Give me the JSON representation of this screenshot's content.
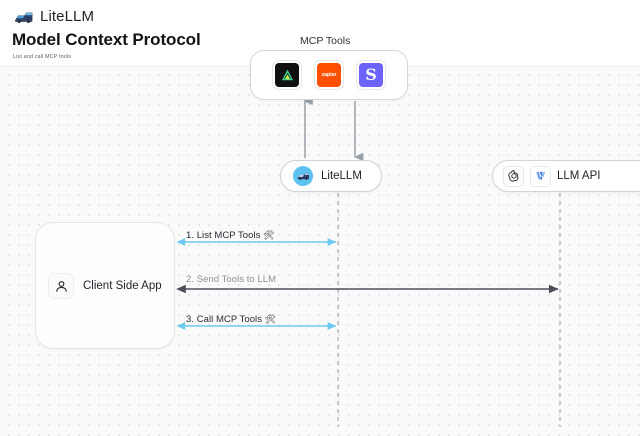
{
  "header": {
    "brand_name": "LiteLLM",
    "brand_logo_icon": "litellm-truck-logo",
    "title": "Model Context Protocol",
    "subtitle": "List and call MCP tools"
  },
  "canvas": {
    "mcp_group": {
      "label": "MCP Tools",
      "tools": [
        {
          "name": "supabase",
          "icon": "supabase-icon",
          "text": ""
        },
        {
          "name": "zapier",
          "icon": "zapier-icon",
          "text": "zapier"
        },
        {
          "name": "slack",
          "icon": "slack-s-icon",
          "text": "S"
        }
      ]
    },
    "nodes": [
      {
        "id": "litellm",
        "label": "LiteLLM",
        "icon": "litellm-avatar-icon"
      },
      {
        "id": "llm-api",
        "label": "LLM API",
        "icons": [
          "openai-icon",
          "vertex-ai-icon"
        ]
      },
      {
        "id": "client-side-app",
        "label": "Client Side App",
        "icon": "user-icon"
      }
    ],
    "edges": [
      {
        "id": "step-1",
        "label": "1. List MCP Tools",
        "emoji": "🛠",
        "color": "#6cc9f0",
        "direction": "bidirectional"
      },
      {
        "id": "step-2",
        "label": "2. Send Tools to LLM",
        "emoji": "",
        "color": "#4a4f57",
        "direction": "bidirectional"
      },
      {
        "id": "step-3",
        "label": "3. Call MCP Tools",
        "emoji": "🛠",
        "color": "#6cc9f0",
        "direction": "bidirectional"
      }
    ],
    "vertical_edges": [
      {
        "id": "litellm-to-mcp",
        "direction": "up",
        "color": "#9aa0a8"
      },
      {
        "id": "mcp-to-litellm",
        "direction": "down",
        "color": "#9aa0a8"
      }
    ]
  },
  "colors": {
    "canvas_bg": "#fafafa",
    "grid_dot": "#e3e4e8",
    "accent_blue": "#6cc9f0",
    "arrow_dark": "#4a4f57",
    "lifeline": "#b9bdc4",
    "zapier_orange": "#ff4f00",
    "slack_purple": "#6c63ff",
    "supabase_black": "#111111",
    "supabase_green": "#3ecf8e"
  }
}
